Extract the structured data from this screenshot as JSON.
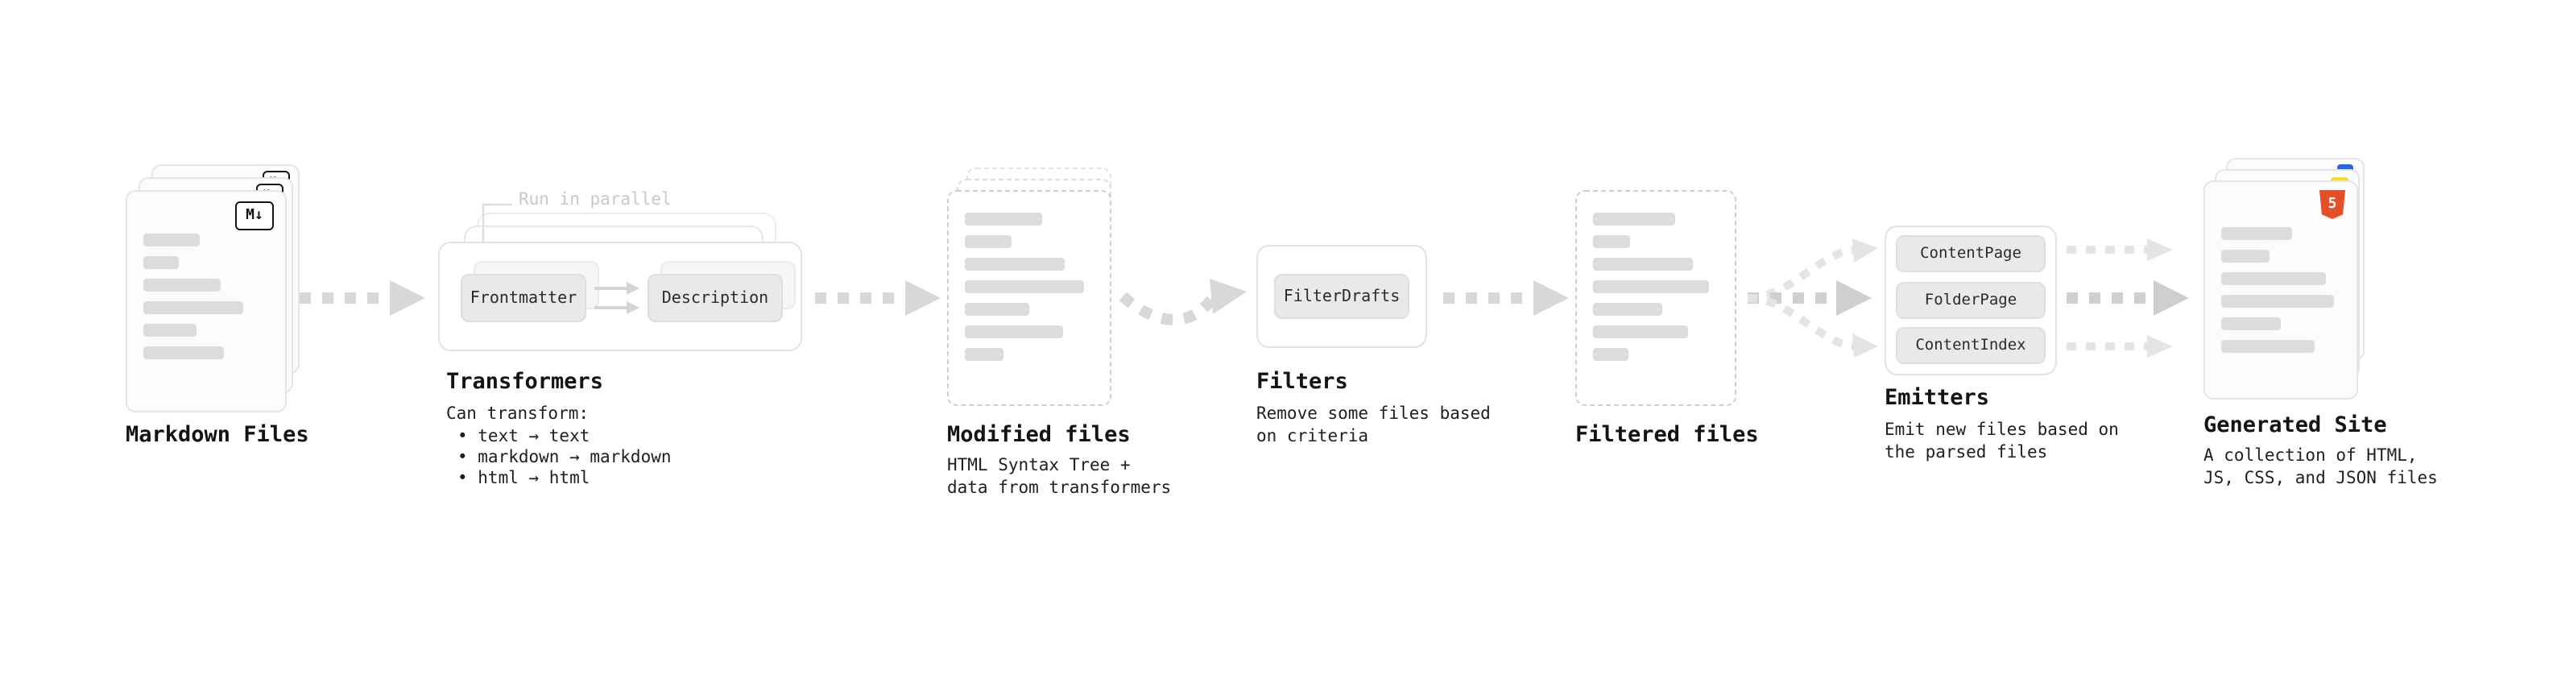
{
  "colors": {
    "arrow": "#d8d8d8",
    "arrow_light": "#e4e4e4",
    "doc_bar": "#dcdcdc",
    "button_bg": "#e9e9e9",
    "markdown_badge_border": "#141414",
    "html5_badge": "#e34f26",
    "js_badge": "#f7df1e",
    "css_badge": "#2965f1"
  },
  "nodes": {
    "markdown_files": {
      "label": "Markdown Files",
      "badge": "M↓"
    },
    "transformers": {
      "label": "Transformers",
      "note": "Run in parallel",
      "step1": "Frontmatter",
      "step2": "Description",
      "caption_title": "Can transform:",
      "bullets": [
        "• text → text",
        "• markdown → markdown",
        "• html → html"
      ]
    },
    "modified_files": {
      "label": "Modified files",
      "caption": "HTML Syntax Tree +\ndata from transformers"
    },
    "filters": {
      "label": "Filters",
      "step": "FilterDrafts",
      "caption": "Remove some files based\non criteria"
    },
    "filtered_files": {
      "label": "Filtered files"
    },
    "emitters": {
      "label": "Emitters",
      "items": [
        "ContentPage",
        "FolderPage",
        "ContentIndex"
      ],
      "caption": "Emit new files based on\nthe parsed files"
    },
    "generated_site": {
      "label": "Generated Site",
      "badge": "5",
      "caption": "A collection of HTML,\nJS, CSS, and JSON files"
    }
  }
}
